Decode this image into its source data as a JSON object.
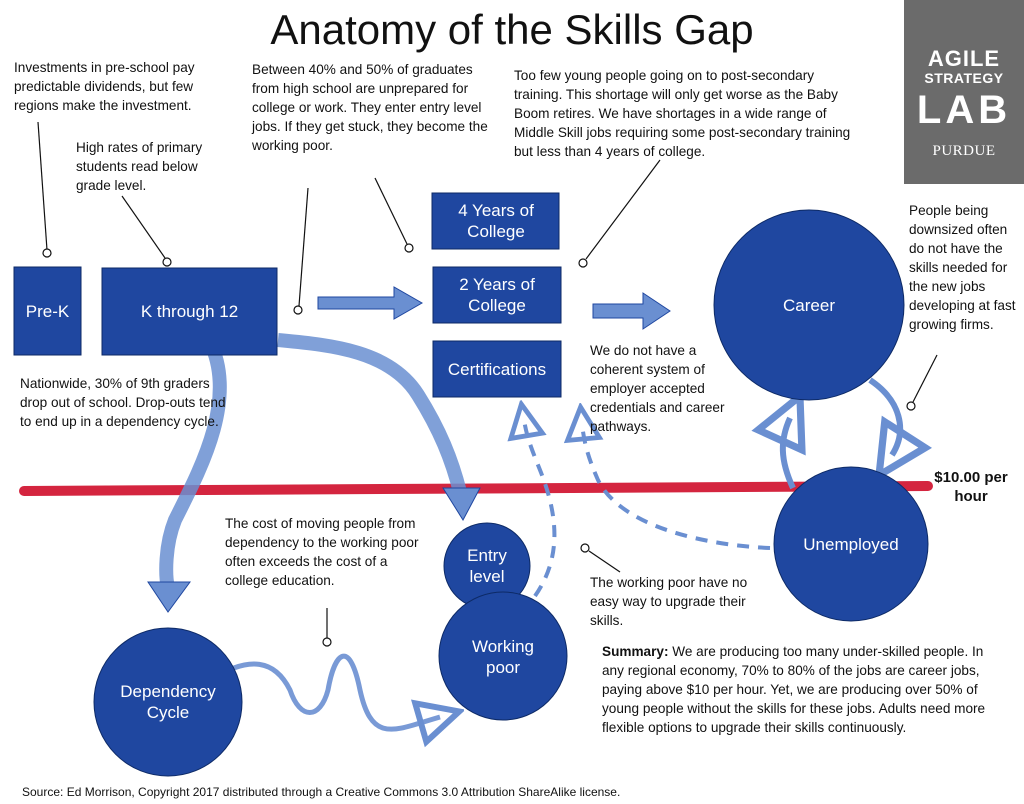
{
  "title": "Anatomy of the Skills Gap",
  "logo": {
    "line1": "AGILE",
    "line2": "STRATEGY",
    "line3": "LAB",
    "line4": "PURDUE"
  },
  "nodes": {
    "prek": "Pre-K",
    "k12": "K through 12",
    "college4": "4 Years of College",
    "college2": "2 Years of College",
    "certifications": "Certifications",
    "career": "Career",
    "unemployed": "Unemployed",
    "entry_level": "Entry level",
    "working_poor": "Working poor",
    "dependency": "Dependency Cycle"
  },
  "wage_line_label": "$10.00 per hour",
  "notes": {
    "preschool": "Investments in pre-school pay predictable dividends, but few regions make the investment.",
    "primary": "High rates of primary students read below grade level.",
    "graduates": "Between 40% and 50% of graduates from high school are unprepared for college or work. They enter entry level jobs. If they get stuck, they become the working poor.",
    "post_secondary": "Too few young people going on to post-secondary training. This shortage will only get worse as the Baby Boom retires. We have shortages in a wide range of Middle Skill jobs requiring some post-secondary training but less than 4 years of college.",
    "downsized": "People being downsized often do not have the skills needed for the new jobs developing at fast growing firms.",
    "dropouts": "Nationwide, 30% of 9th graders drop out of school. Drop-outs tend to end up in a dependency  cycle.",
    "credentials": "We do not have a coherent system of employer accepted credentials and career pathways.",
    "dependency_cost": "The cost of moving people from dependency to the working poor often exceeds the cost of a college education.",
    "working_poor": "The working poor have no easy way to upgrade their skills."
  },
  "summary": {
    "label": "Summary:",
    "text": " We are producing too many under-skilled people. In any regional economy, 70% to 80% of the jobs are career jobs, paying above $10 per hour. Yet, we are producing over 50% of young people without the skills for these jobs. Adults need more flexible options to upgrade their skills continuously."
  },
  "source": "Source: Ed Morrison, Copyright 2017 distributed through a Creative Commons 3.0 Attribution ShareAlike license.",
  "colors": {
    "node_blue": "#1f47a0",
    "arrow_blue": "#6a8fd1",
    "wage_red": "#d4253f",
    "logo_gray": "#6b6b6b"
  }
}
